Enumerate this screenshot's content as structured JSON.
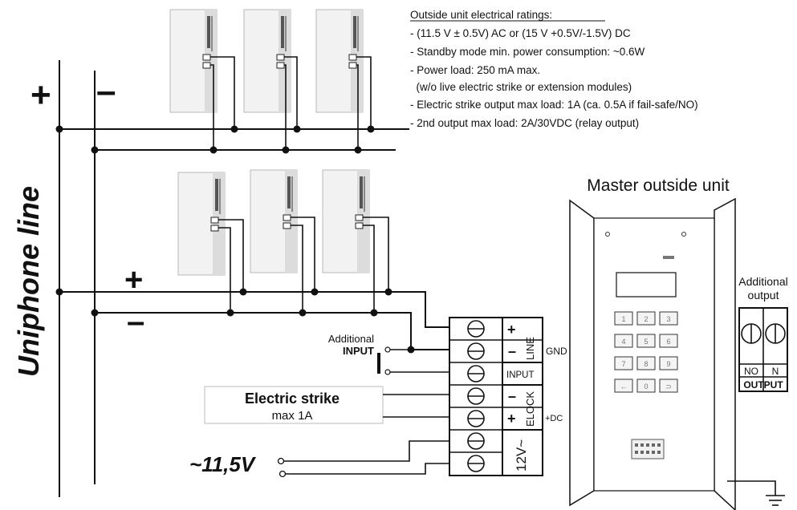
{
  "diagram": {
    "ratings": {
      "heading": "Outside unit electrical ratings:",
      "lines": [
        "- (11.5 V ± 0.5V) AC or (15 V +0.5V/-1.5V) DC",
        "- Standby mode min. power consumption: ~0.6W",
        "- Power load: 250 mA max.",
        "  (w/o live electric strike or extension modules)",
        "- Electric strike output max load: 1A (ca. 0.5A if fail-safe/NO)",
        "- 2nd output max load: 2A/30VDC (relay output)"
      ]
    },
    "line_title": "Uniphone line",
    "plus_sign": "+",
    "minus_sign": "–",
    "master_title": "Master outside unit",
    "additional_input": {
      "line1": "Additional",
      "line2": "INPUT"
    },
    "electric_strike": {
      "title": "Electric strike",
      "subtitle": "max 1A"
    },
    "power_supply": "~11,5V",
    "terminals": {
      "line_label": "LINE",
      "elock_label": "ELOCK",
      "input_label": "INPUT",
      "gnd_label": "GND",
      "dc_label": "+DC",
      "supply_label": "12V~",
      "plus": "+",
      "minus": "–"
    },
    "additional_output": {
      "line1": "Additional",
      "line2": "output",
      "no": "NO",
      "n": "N",
      "label": "OUTPUT"
    },
    "keypad_keys": [
      "1",
      "2",
      "3",
      "4",
      "5",
      "6",
      "7",
      "8",
      "9",
      "←",
      "0",
      "⊃"
    ]
  }
}
